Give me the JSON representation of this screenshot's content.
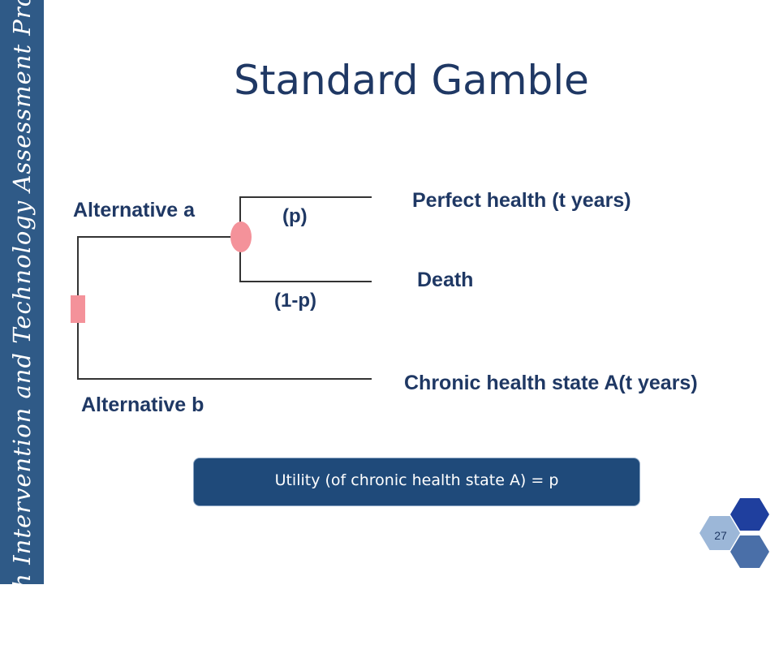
{
  "sidebar": {
    "text": "Health Intervention and Technology Assessment Program"
  },
  "title": "Standard Gamble",
  "tree": {
    "alternative_a": "Alternative  a",
    "alternative_b": "Alternative b",
    "prob_p": "(p)",
    "prob_1p": "(1-p)",
    "outcome_perfect": "Perfect health (t years)",
    "outcome_death": "Death",
    "outcome_chronic": "Chronic health state A(t years)"
  },
  "formula": "Utility (of chronic health state A) = p",
  "page_number": "27",
  "colors": {
    "sidebar": "#2f5a87",
    "title": "#1f3864",
    "node": "#f4929a",
    "formula_box": "#1f4a7a"
  }
}
